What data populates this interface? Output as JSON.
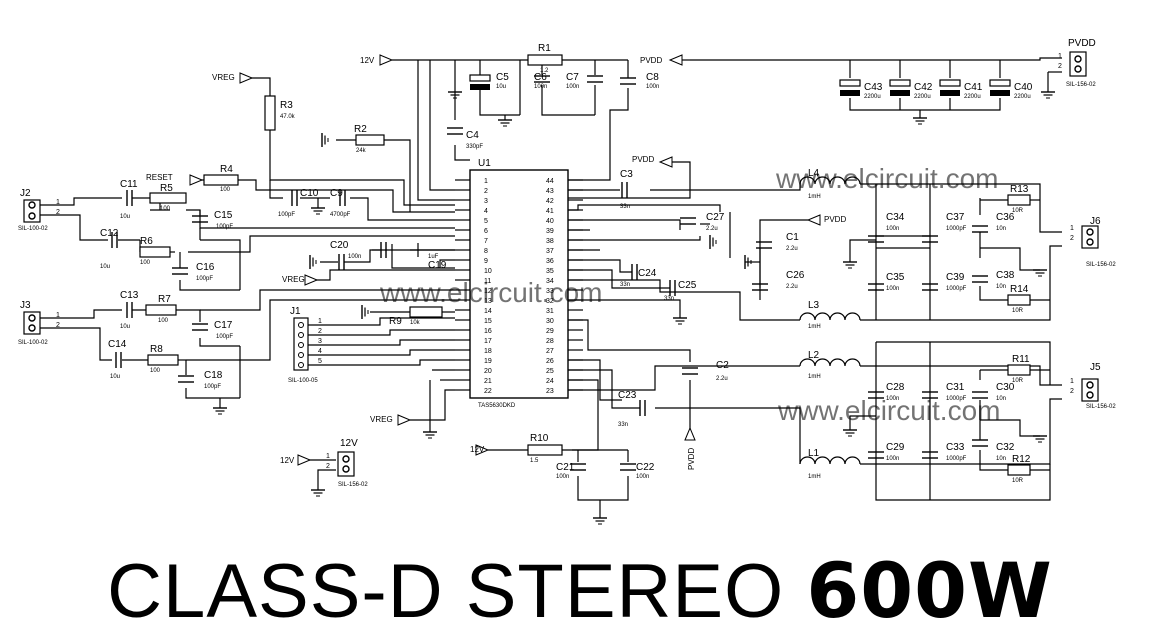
{
  "title": {
    "main": "CLASS-D STEREO",
    "bold": "600W"
  },
  "watermark": "www.elcircuit.com",
  "nets": {
    "v12": "12V",
    "pvdd": "PVDD",
    "vreg": "VREG",
    "reset": "RESET"
  },
  "ic": {
    "ref": "U1",
    "part": "TAS5630DKD"
  },
  "resistors": [
    {
      "ref": "R1",
      "val": "1.2"
    },
    {
      "ref": "R2",
      "val": "24k"
    },
    {
      "ref": "R3",
      "val": "47.0k"
    },
    {
      "ref": "R4",
      "val": "100"
    },
    {
      "ref": "R5",
      "val": "100"
    },
    {
      "ref": "R6",
      "val": "100"
    },
    {
      "ref": "R7",
      "val": "100"
    },
    {
      "ref": "R8",
      "val": "100"
    },
    {
      "ref": "R9",
      "val": "10k"
    },
    {
      "ref": "R10",
      "val": "1.5"
    },
    {
      "ref": "R11",
      "val": "10R"
    },
    {
      "ref": "R12",
      "val": "10R"
    },
    {
      "ref": "R13",
      "val": "10R"
    },
    {
      "ref": "R14",
      "val": "10R"
    }
  ],
  "capacitors": [
    {
      "ref": "C1",
      "val": "2.2u"
    },
    {
      "ref": "C2",
      "val": "2.2u"
    },
    {
      "ref": "C3",
      "val": "33n"
    },
    {
      "ref": "C4",
      "val": "330pF"
    },
    {
      "ref": "C5",
      "val": "10u"
    },
    {
      "ref": "C6",
      "val": "100n"
    },
    {
      "ref": "C7",
      "val": "100n"
    },
    {
      "ref": "C8",
      "val": "100n"
    },
    {
      "ref": "C9",
      "val": "4700pF"
    },
    {
      "ref": "C10",
      "val": "100pF"
    },
    {
      "ref": "C11",
      "val": "10u"
    },
    {
      "ref": "C12",
      "val": "10u"
    },
    {
      "ref": "C13",
      "val": "10u"
    },
    {
      "ref": "C14",
      "val": "10u"
    },
    {
      "ref": "C15",
      "val": "100pF"
    },
    {
      "ref": "C16",
      "val": "100pF"
    },
    {
      "ref": "C17",
      "val": "100pF"
    },
    {
      "ref": "C18",
      "val": "100pF"
    },
    {
      "ref": "C19",
      "val": "1uF"
    },
    {
      "ref": "C20",
      "val": "100n"
    },
    {
      "ref": "C21",
      "val": "100n"
    },
    {
      "ref": "C22",
      "val": "100n"
    },
    {
      "ref": "C23",
      "val": "33n"
    },
    {
      "ref": "C24",
      "val": "33n"
    },
    {
      "ref": "C25",
      "val": "33n"
    },
    {
      "ref": "C26",
      "val": "2.2u"
    },
    {
      "ref": "C27",
      "val": "2.2u"
    },
    {
      "ref": "C28",
      "val": "100n"
    },
    {
      "ref": "C29",
      "val": "100n"
    },
    {
      "ref": "C30",
      "val": "10n"
    },
    {
      "ref": "C31",
      "val": "1000pF"
    },
    {
      "ref": "C32",
      "val": "10n"
    },
    {
      "ref": "C33",
      "val": "1000pF"
    },
    {
      "ref": "C34",
      "val": "100n"
    },
    {
      "ref": "C35",
      "val": "100n"
    },
    {
      "ref": "C36",
      "val": "10n"
    },
    {
      "ref": "C37",
      "val": "1000pF"
    },
    {
      "ref": "C38",
      "val": "10n"
    },
    {
      "ref": "C39",
      "val": "1000pF"
    },
    {
      "ref": "C40",
      "val": "2200u"
    },
    {
      "ref": "C41",
      "val": "2200u"
    },
    {
      "ref": "C42",
      "val": "2200u"
    },
    {
      "ref": "C43",
      "val": "2200u"
    }
  ],
  "inductors": [
    {
      "ref": "L1",
      "val": "1mH"
    },
    {
      "ref": "L2",
      "val": "1mH"
    },
    {
      "ref": "L3",
      "val": "1mH"
    },
    {
      "ref": "L4",
      "val": "1mH"
    }
  ],
  "connectors": [
    {
      "ref": "J1",
      "val": "SIL-100-05"
    },
    {
      "ref": "J2",
      "val": "SIL-100-02"
    },
    {
      "ref": "J3",
      "val": "SIL-100-02"
    },
    {
      "ref": "J5",
      "val": "SIL-156-02"
    },
    {
      "ref": "J6",
      "val": "SIL-156-02"
    },
    {
      "ref": "12V",
      "val": "SIL-156-02"
    },
    {
      "ref": "PVDD",
      "val": "SIL-156-02"
    }
  ]
}
